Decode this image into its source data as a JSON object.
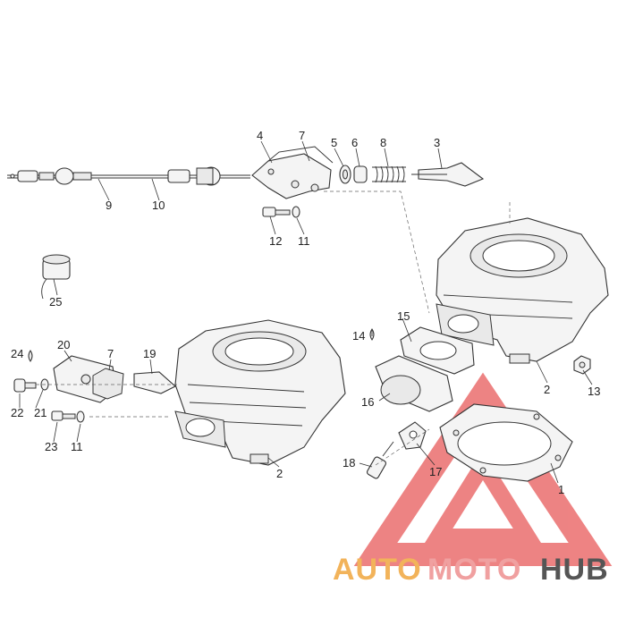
{
  "callouts": {
    "n1": "1",
    "n2a": "2",
    "n2b": "2",
    "n3": "3",
    "n4": "4",
    "n5": "5",
    "n6": "6",
    "n7a": "7",
    "n7b": "7",
    "n8": "8",
    "n9": "9",
    "n10": "10",
    "n11a": "11",
    "n11b": "11",
    "n12": "12",
    "n13": "13",
    "n14": "14",
    "n15": "15",
    "n16": "16",
    "n17": "17",
    "n18": "18",
    "n19": "19",
    "n20": "20",
    "n21": "21",
    "n22": "22",
    "n23": "23",
    "n24": "24",
    "n25": "25"
  },
  "watermark": {
    "text_a": "AUTO",
    "text_b": "MOTO",
    "text_c": "HUB",
    "color_a": "#f2b35a",
    "color_b": "#f0a0a0",
    "color_c": "#555555",
    "triangle_color": "#e85a5a"
  }
}
